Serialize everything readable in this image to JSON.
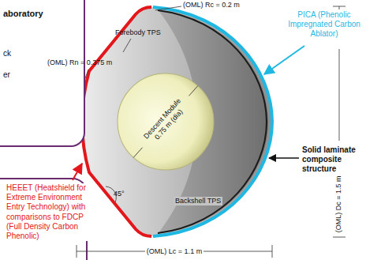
{
  "diagram": {
    "nodes": [
      {
        "text": [
          "aboratory",
          "ck",
          "er"
        ]
      },
      {
        "text": [
          "Descent Module 0.75 m (dia)"
        ]
      }
    ],
    "labels": [
      "(OML) Rc = 0.2 m",
      "Forebody TPS",
      "(OML) Rn = 0.375 m",
      "45°",
      "(OML) Dc = 1.5 m",
      "(OML) Lc = 1.1 m",
      "Backshell TPS",
      "PICA (Phenolic Impregnated Carbon Ablator)",
      "HEEET (Heatshield for Extreme Environment Entry Technology) with comparisons to FDCP (Full Density Carbon Phenolic)",
      "Solid laminate composite structure"
    ]
  }
}
